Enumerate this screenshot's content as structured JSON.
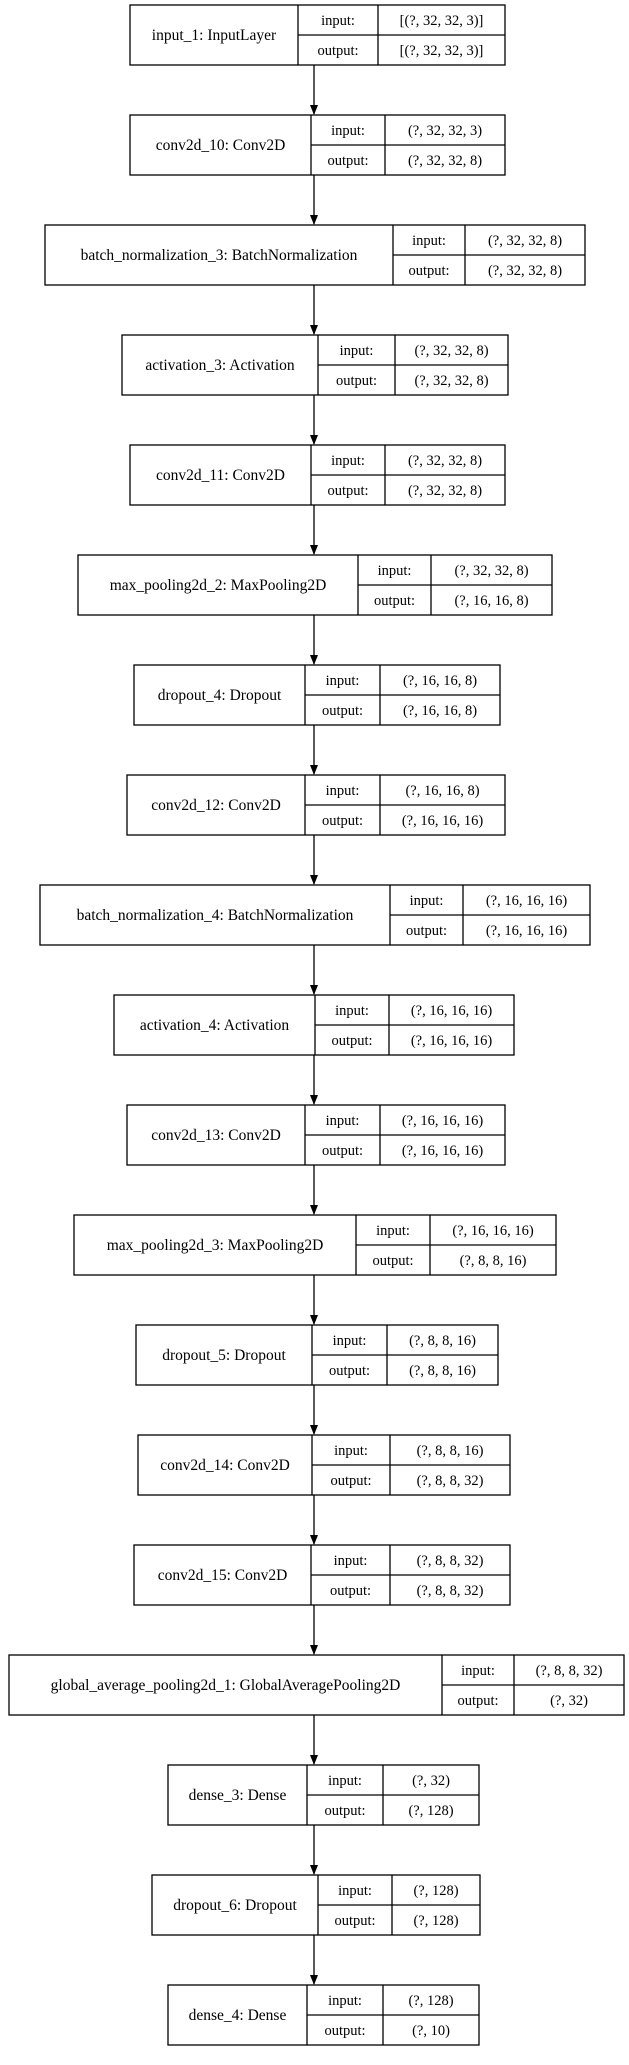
{
  "layers": [
    {
      "name": "input_1: InputLayer",
      "input": "[(?, 32, 32, 3)]",
      "output": "[(?, 32, 32, 3)]"
    },
    {
      "name": "conv2d_10: Conv2D",
      "input": "(?, 32, 32, 3)",
      "output": "(?, 32, 32, 8)"
    },
    {
      "name": "batch_normalization_3: BatchNormalization",
      "input": "(?, 32, 32, 8)",
      "output": "(?, 32, 32, 8)"
    },
    {
      "name": "activation_3: Activation",
      "input": "(?, 32, 32, 8)",
      "output": "(?, 32, 32, 8)"
    },
    {
      "name": "conv2d_11: Conv2D",
      "input": "(?, 32, 32, 8)",
      "output": "(?, 32, 32, 8)"
    },
    {
      "name": "max_pooling2d_2: MaxPooling2D",
      "input": "(?, 32, 32, 8)",
      "output": "(?, 16, 16, 8)"
    },
    {
      "name": "dropout_4: Dropout",
      "input": "(?, 16, 16, 8)",
      "output": "(?, 16, 16, 8)"
    },
    {
      "name": "conv2d_12: Conv2D",
      "input": "(?, 16, 16, 8)",
      "output": "(?, 16, 16, 16)"
    },
    {
      "name": "batch_normalization_4: BatchNormalization",
      "input": "(?, 16, 16, 16)",
      "output": "(?, 16, 16, 16)"
    },
    {
      "name": "activation_4: Activation",
      "input": "(?, 16, 16, 16)",
      "output": "(?, 16, 16, 16)"
    },
    {
      "name": "conv2d_13: Conv2D",
      "input": "(?, 16, 16, 16)",
      "output": "(?, 16, 16, 16)"
    },
    {
      "name": "max_pooling2d_3: MaxPooling2D",
      "input": "(?, 16, 16, 16)",
      "output": "(?, 8, 8, 16)"
    },
    {
      "name": "dropout_5: Dropout",
      "input": "(?, 8, 8, 16)",
      "output": "(?, 8, 8, 16)"
    },
    {
      "name": "conv2d_14: Conv2D",
      "input": "(?, 8, 8, 16)",
      "output": "(?, 8, 8, 32)"
    },
    {
      "name": "conv2d_15: Conv2D",
      "input": "(?, 8, 8, 32)",
      "output": "(?, 8, 8, 32)"
    },
    {
      "name": "global_average_pooling2d_1: GlobalAveragePooling2D",
      "input": "(?, 8, 8, 32)",
      "output": "(?, 32)"
    },
    {
      "name": "dense_3: Dense",
      "input": "(?, 32)",
      "output": "(?, 128)"
    },
    {
      "name": "dropout_6: Dropout",
      "input": "(?, 128)",
      "output": "(?, 128)"
    },
    {
      "name": "dense_4: Dense",
      "input": "(?, 128)",
      "output": "(?, 10)"
    }
  ],
  "port_labels": {
    "input": "input:",
    "output": "output:"
  }
}
